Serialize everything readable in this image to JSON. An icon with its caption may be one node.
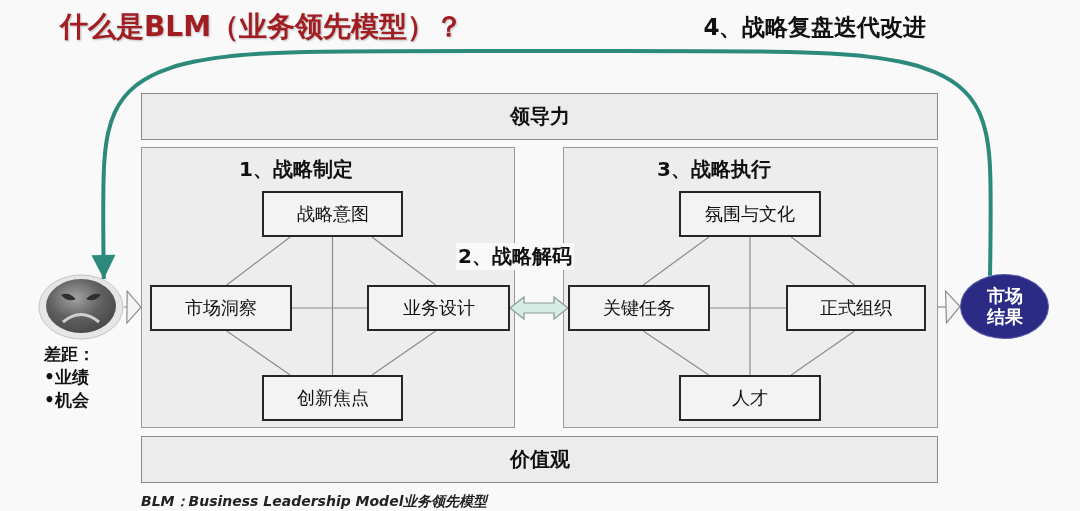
{
  "diagram": {
    "title": "什么是BLM（业务领先模型）？",
    "caption": "BLM：Business Leadership Model业务领先模型",
    "nodes": [
      {
        "text": [
          "领导力"
        ]
      },
      {
        "text": [
          "1、战略制定"
        ]
      },
      {
        "text": [
          "战略意图"
        ],
        "in": 1
      },
      {
        "text": [
          "市场洞察"
        ],
        "in": 1
      },
      {
        "text": [
          "业务设计"
        ],
        "in": 1
      },
      {
        "text": [
          "创新焦点"
        ],
        "in": 1
      },
      {
        "text": [
          "3、战略执行"
        ]
      },
      {
        "text": [
          "氛围与文化"
        ],
        "in": 6
      },
      {
        "text": [
          "关键任务"
        ],
        "in": 6
      },
      {
        "text": [
          "正式组织"
        ],
        "in": 6
      },
      {
        "text": [
          "人才"
        ],
        "in": 6
      },
      {
        "text": [
          "价值观"
        ]
      },
      {
        "text": [],
        "shape": "picture",
        "beside": [
          "差距：",
          "•业绩",
          "•机会"
        ]
      },
      {
        "text": [
          "市场结果"
        ]
      }
    ],
    "edges": [
      {
        "from": 2,
        "to": 3,
        "arrow": "none"
      },
      {
        "from": 2,
        "to": 4,
        "arrow": "none"
      },
      {
        "from": 3,
        "to": 5,
        "arrow": "none"
      },
      {
        "from": 4,
        "to": 5,
        "arrow": "none"
      },
      {
        "from": 2,
        "to": 5,
        "arrow": "none"
      },
      {
        "from": 3,
        "to": 4,
        "arrow": "none"
      },
      {
        "from": 7,
        "to": 8,
        "arrow": "none"
      },
      {
        "from": 7,
        "to": 9,
        "arrow": "none"
      },
      {
        "from": 8,
        "to": 10,
        "arrow": "none"
      },
      {
        "from": 9,
        "to": 10,
        "arrow": "none"
      },
      {
        "from": 7,
        "to": 10,
        "arrow": "none"
      },
      {
        "from": 8,
        "to": 9,
        "arrow": "none"
      },
      {
        "from": 4,
        "to": 8,
        "arrow": "both",
        "style": "thick",
        "color": "#d3ece4"
      },
      {
        "from": 12,
        "to": 1,
        "arrow": "to"
      },
      {
        "from": 6,
        "to": 13,
        "arrow": "to"
      },
      {
        "from": 13,
        "to": 12,
        "arrow": "to",
        "label": "4、战略复盘迭代改进",
        "style": "thick",
        "color": "#2b8a7c"
      }
    ],
    "labels": [
      "2、战略解码"
    ]
  }
}
